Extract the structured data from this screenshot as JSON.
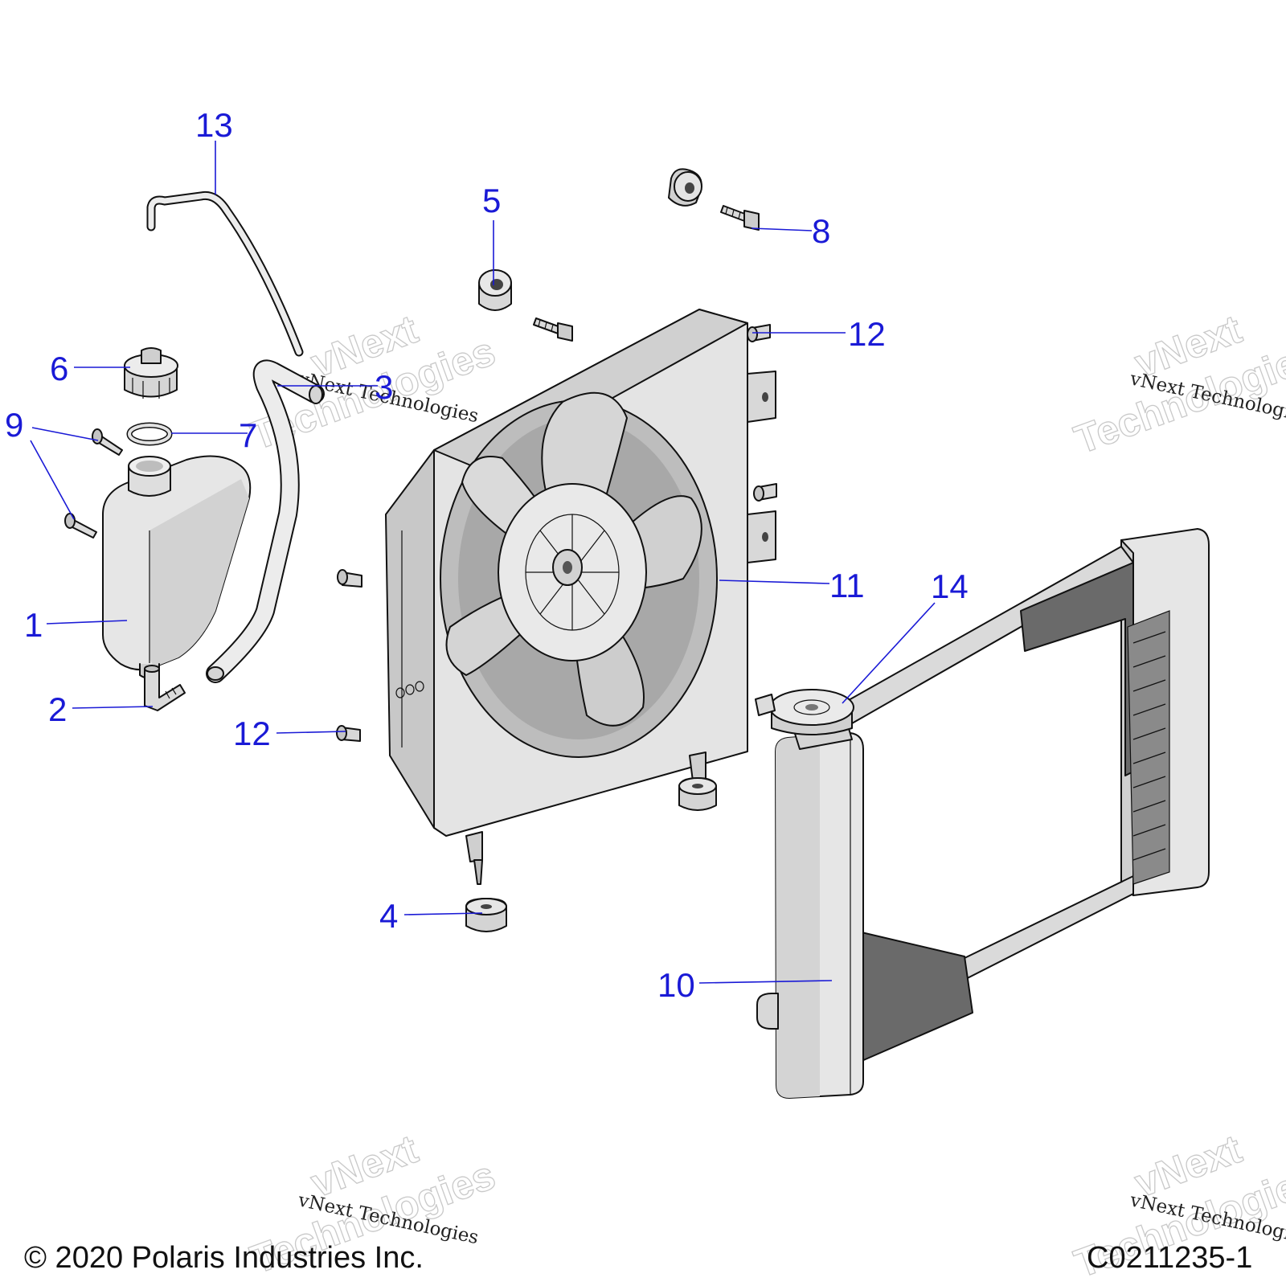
{
  "callouts": {
    "c1": "1",
    "c2": "2",
    "c3": "3",
    "c4": "4",
    "c5": "5",
    "c6": "6",
    "c7": "7",
    "c8": "8",
    "c9": "9",
    "c10": "10",
    "c11": "11",
    "c12a": "12",
    "c12b": "12",
    "c13": "13",
    "c14": "14"
  },
  "watermark": {
    "brand": "vNext",
    "company": "Technologies",
    "full": "vNext Technologies"
  },
  "footer": {
    "copyright": "© 2020 Polaris Industries Inc.",
    "code": "C0211235-1"
  },
  "colors": {
    "callout": "#1a1ad6",
    "part_fill": "#e6e6e6",
    "part_shade": "#b4b4b4",
    "part_dark": "#707070"
  }
}
